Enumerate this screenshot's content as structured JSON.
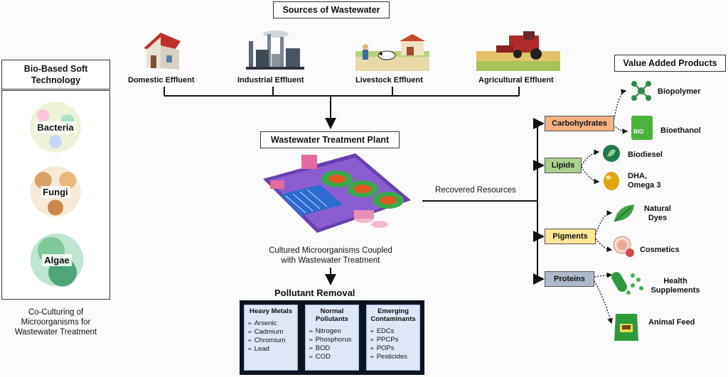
{
  "sources": {
    "title": "Sources of Wastewater",
    "items": [
      {
        "label": "Domestic Effluent",
        "icon": "house-icon"
      },
      {
        "label": "Industrial Effluent",
        "icon": "factory-icon"
      },
      {
        "label": "Livestock Effluent",
        "icon": "farm-icon"
      },
      {
        "label": "Agricultural Effluent",
        "icon": "harvester-icon"
      }
    ]
  },
  "bio_based": {
    "title": "Bio-Based Soft Technology",
    "organisms": [
      "Bacteria",
      "Fungi",
      "Algae"
    ],
    "caption": "Co-Culturing of Microorganisms for Wastewater Treatment"
  },
  "plant": {
    "title": "Wastewater Treatment Plant",
    "caption": "Cultured Microorganisms Coupled with Wastewater Treatment",
    "recovered_label": "Recovered Resources"
  },
  "pollutant_removal": {
    "title": "Pollutant Removal",
    "columns": [
      {
        "heading": "Heavy Metals",
        "items": [
          "Arsenic",
          "Cadmium",
          "Chromium",
          "Lead"
        ]
      },
      {
        "heading": "Normal Pollutants",
        "items": [
          "Nitrogen",
          "Phosphorus",
          "BOD",
          "COD"
        ]
      },
      {
        "heading": "Emerging Contaminants",
        "items": [
          "EDCs",
          "PPCPs",
          "POPs",
          "Pesticides"
        ]
      }
    ]
  },
  "value_added": {
    "title": "Value Added Products",
    "categories": [
      {
        "label": "Carbohydrates",
        "color": "#f4b183",
        "products": [
          "Biopolymer",
          "Bioethanol"
        ]
      },
      {
        "label": "Lipids",
        "color": "#a9d18e",
        "products": [
          "Biodiesel",
          "DHA, Omega 3"
        ]
      },
      {
        "label": "Pigments",
        "color": "#ffe699",
        "products": [
          "Natural Dyes",
          "Cosmetics"
        ]
      },
      {
        "label": "Proteins",
        "color": "#adb9ca",
        "products": [
          "Health Supplements",
          "Animal Feed"
        ]
      }
    ],
    "bio_badge": "BIO"
  }
}
